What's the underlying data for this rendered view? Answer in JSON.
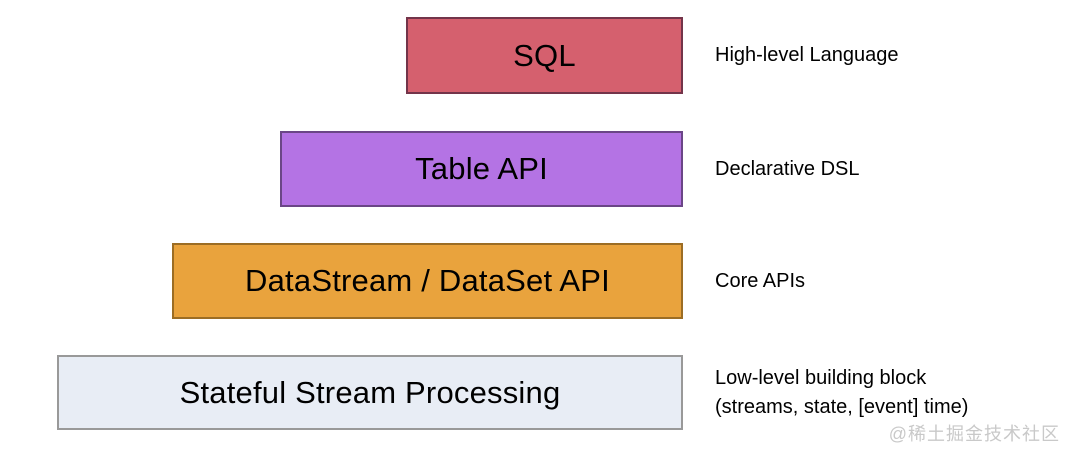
{
  "page": {
    "background": "#ffffff",
    "watermark": "@稀土掘金技术社区"
  },
  "layers": [
    {
      "label": "SQL",
      "description": "High-level Language",
      "fill": "#d5606e",
      "border": "#73344a"
    },
    {
      "label": "Table API",
      "description": "Declarative DSL",
      "fill": "#b473e4",
      "border": "#6b4687"
    },
    {
      "label": "DataStream / DataSet API",
      "description": "Core APIs",
      "fill": "#e9a33d",
      "border": "#9c6d24"
    },
    {
      "label": "Stateful Stream Processing",
      "description": "Low-level building block\n(streams, state, [event] time)",
      "fill": "#e8edf5",
      "border": "#999999"
    }
  ]
}
